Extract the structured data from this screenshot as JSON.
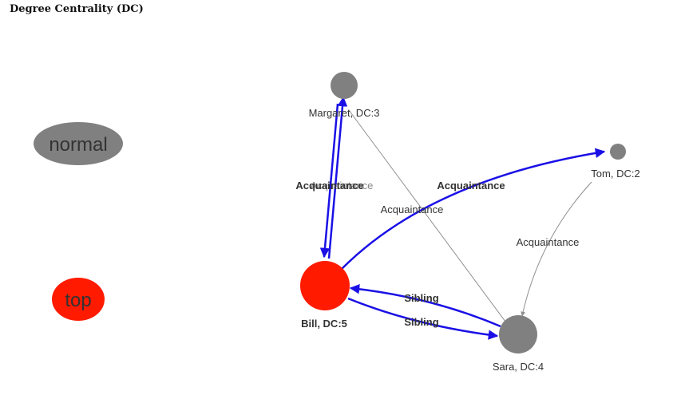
{
  "title": "Degree Centrality (DC)",
  "colors": {
    "normal": "#808080",
    "top": "#ff1a00",
    "highlight_edge": "#1a10e6",
    "normal_edge": "#909090"
  },
  "legend": {
    "normal": "normal",
    "top": "top"
  },
  "nodes": {
    "margaret": {
      "label": "Margaret, DC:3",
      "degree": 3
    },
    "tom": {
      "label": "Tom, DC:2",
      "degree": 2
    },
    "bill": {
      "label": "Bill, DC:5",
      "degree": 5
    },
    "sara": {
      "label": "Sara, DC:4",
      "degree": 4
    }
  },
  "edges": {
    "margaret_to_bill": {
      "label": "Acquaintance"
    },
    "bill_to_margaret": {
      "label": "Acquaintance"
    },
    "bill_to_tom": {
      "label": "Acquaintance"
    },
    "margaret_to_sara": {
      "label": "Acquaintance"
    },
    "tom_to_sara": {
      "label": "Acquaintance"
    },
    "sara_to_bill": {
      "label": "Sibling"
    },
    "bill_to_sara": {
      "label": "Sibling"
    }
  }
}
